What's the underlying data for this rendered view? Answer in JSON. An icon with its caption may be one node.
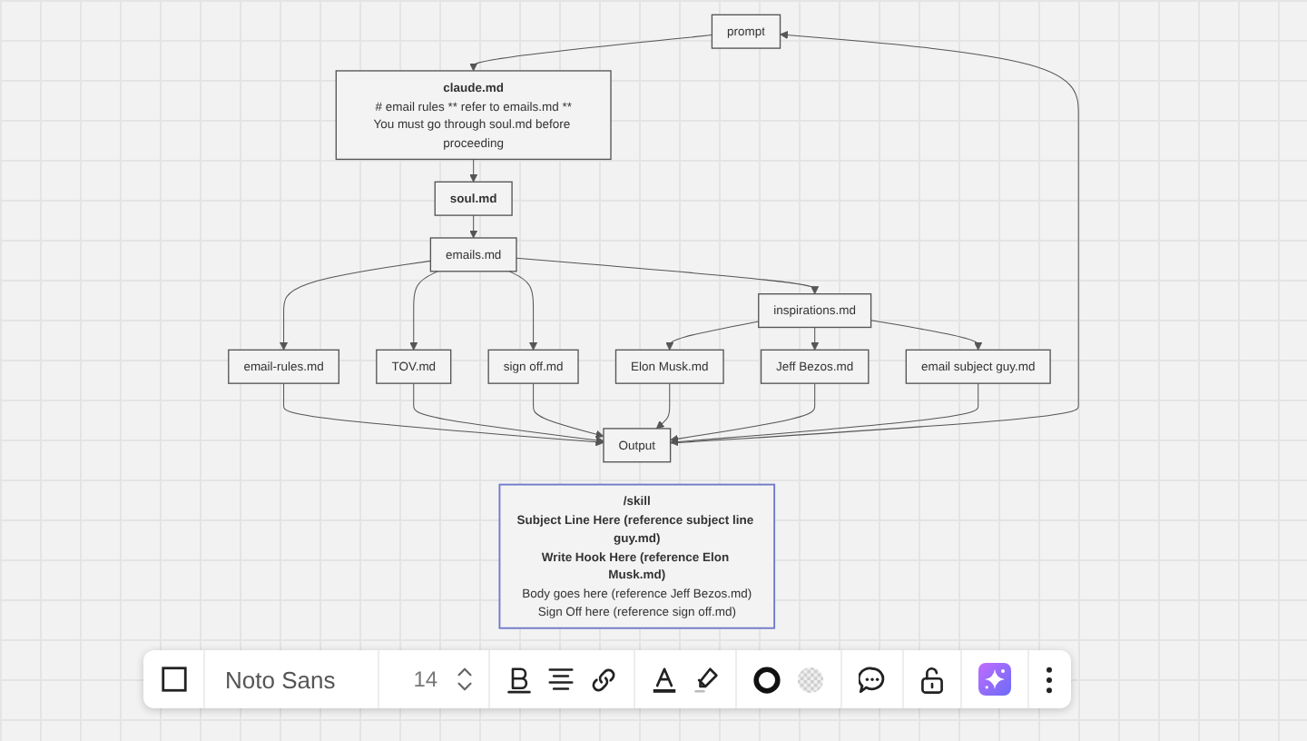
{
  "diagram": {
    "nodes": [
      {
        "text": [
          "prompt"
        ]
      },
      {
        "text": [
          "claude.md",
          "# email rules ** refer to emails.md **",
          "You must go through soul.md before proceeding"
        ]
      },
      {
        "text": [
          "soul.md"
        ]
      },
      {
        "text": [
          "emails.md"
        ]
      },
      {
        "text": [
          "email-rules.md"
        ]
      },
      {
        "text": [
          "TOV.md"
        ]
      },
      {
        "text": [
          "sign off.md"
        ]
      },
      {
        "text": [
          "inspirations.md"
        ]
      },
      {
        "text": [
          "Output"
        ]
      },
      {
        "text": [
          "Elon Musk.md"
        ]
      },
      {
        "text": [
          "Jeff Bezos.md"
        ]
      },
      {
        "text": [
          "email subject guy.md"
        ]
      },
      {
        "text": [
          "/skill",
          "Subject Line Here (reference subject line guy.md)",
          "Write Hook Here (reference Elon Musk.md)",
          "Body goes here (reference Jeff Bezos.md)",
          "Sign Off here (reference sign off.md)"
        ]
      }
    ],
    "edges": [
      {
        "from": 0,
        "to": 1,
        "arrow": "to"
      },
      {
        "from": 1,
        "to": 2,
        "arrow": "to"
      },
      {
        "from": 2,
        "to": 3,
        "arrow": "to"
      },
      {
        "from": 3,
        "to": 4,
        "arrow": "to"
      },
      {
        "from": 3,
        "to": 5,
        "arrow": "to"
      },
      {
        "from": 3,
        "to": 6,
        "arrow": "to"
      },
      {
        "from": 3,
        "to": 7,
        "arrow": "to"
      },
      {
        "from": 7,
        "to": 9,
        "arrow": "to"
      },
      {
        "from": 7,
        "to": 10,
        "arrow": "to"
      },
      {
        "from": 7,
        "to": 11,
        "arrow": "to"
      },
      {
        "from": 8,
        "to": 0,
        "arrow": "to"
      },
      {
        "from": 4,
        "to": 8,
        "arrow": "to"
      },
      {
        "from": 5,
        "to": 8,
        "arrow": "to"
      },
      {
        "from": 6,
        "to": 8,
        "arrow": "to"
      },
      {
        "from": 9,
        "to": 8,
        "arrow": "to"
      },
      {
        "from": 10,
        "to": 8,
        "arrow": "to"
      },
      {
        "from": 11,
        "to": 8,
        "arrow": "to"
      }
    ],
    "labels": [
      "Noto Sans",
      "14"
    ]
  }
}
